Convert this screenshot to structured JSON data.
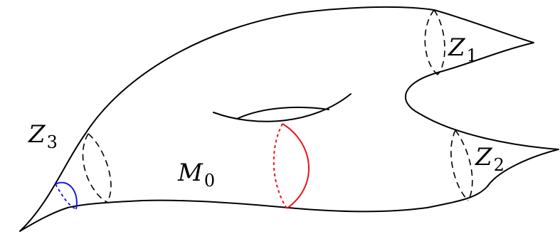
{
  "labels": {
    "z1": {
      "base": "Z",
      "sub": "1"
    },
    "z2": {
      "base": "Z",
      "sub": "2"
    },
    "z3": {
      "base": "Z",
      "sub": "3"
    },
    "m0": {
      "base": "M",
      "sub": "0"
    }
  },
  "colors": {
    "outline": "#000000",
    "red_loop": "#e8141c",
    "blue_loop": "#1a1adb"
  }
}
